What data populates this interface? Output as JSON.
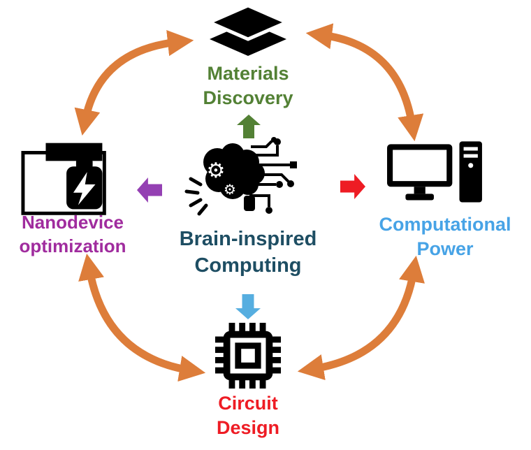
{
  "diagram": {
    "title": "Brain-inspired Computing cycle diagram",
    "center": {
      "label": "Brain-inspired Computing",
      "color": "#1E4E63",
      "icon": "brain-circuit-icon"
    },
    "nodes": [
      {
        "id": "materials",
        "label": "Materials Discovery",
        "color": "#538135",
        "icon": "layers-icon",
        "position": "top"
      },
      {
        "id": "computational",
        "label": "Computational Power",
        "color": "#47A3E6",
        "icon": "desktop-computer-icon",
        "position": "right"
      },
      {
        "id": "circuit",
        "label": "Circuit Design",
        "color": "#EE1C24",
        "icon": "microchip-icon",
        "position": "bottom"
      },
      {
        "id": "nanodevice",
        "label": "Nanodevice optimization",
        "color": "#A02C9E",
        "icon": "battery-circuit-icon",
        "position": "left"
      }
    ],
    "center_arrows": {
      "up_color": "#538135",
      "right_color": "#EE1C24",
      "down_color": "#56AEE0",
      "left_color": "#9440B3"
    },
    "cycle_arrow_color": "#DD7D3A"
  }
}
